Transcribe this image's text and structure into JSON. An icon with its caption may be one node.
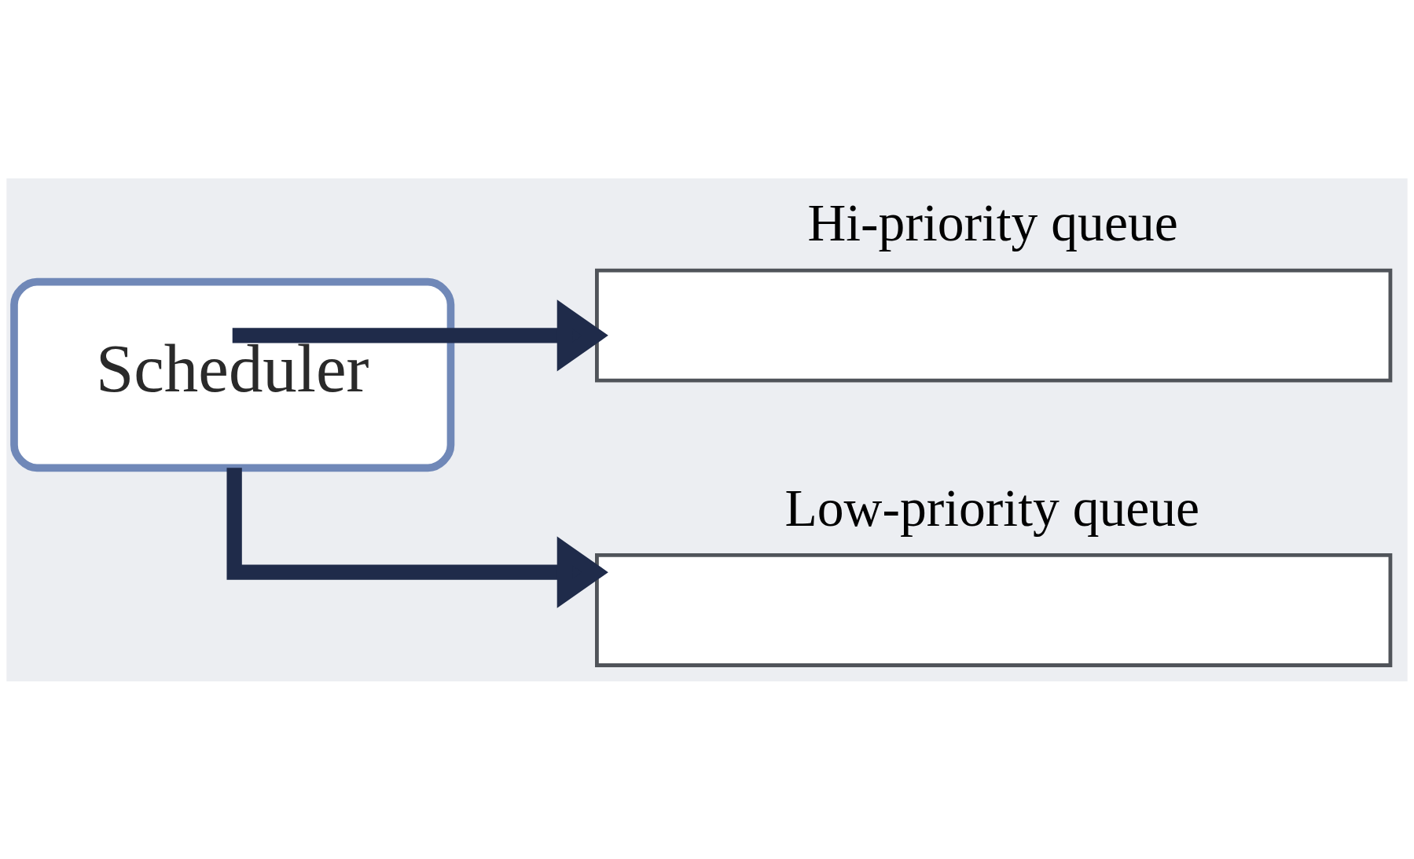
{
  "diagram": {
    "nodes": [
      {
        "text": [
          "Scheduler"
        ]
      },
      {
        "text": [
          "Hi-priority queue"
        ]
      },
      {
        "text": [
          "Low-priority queue"
        ]
      }
    ],
    "edges": [
      {
        "from": 0,
        "to": 1,
        "arrow": "to"
      },
      {
        "from": 0,
        "to": 2,
        "arrow": "to"
      }
    ]
  }
}
